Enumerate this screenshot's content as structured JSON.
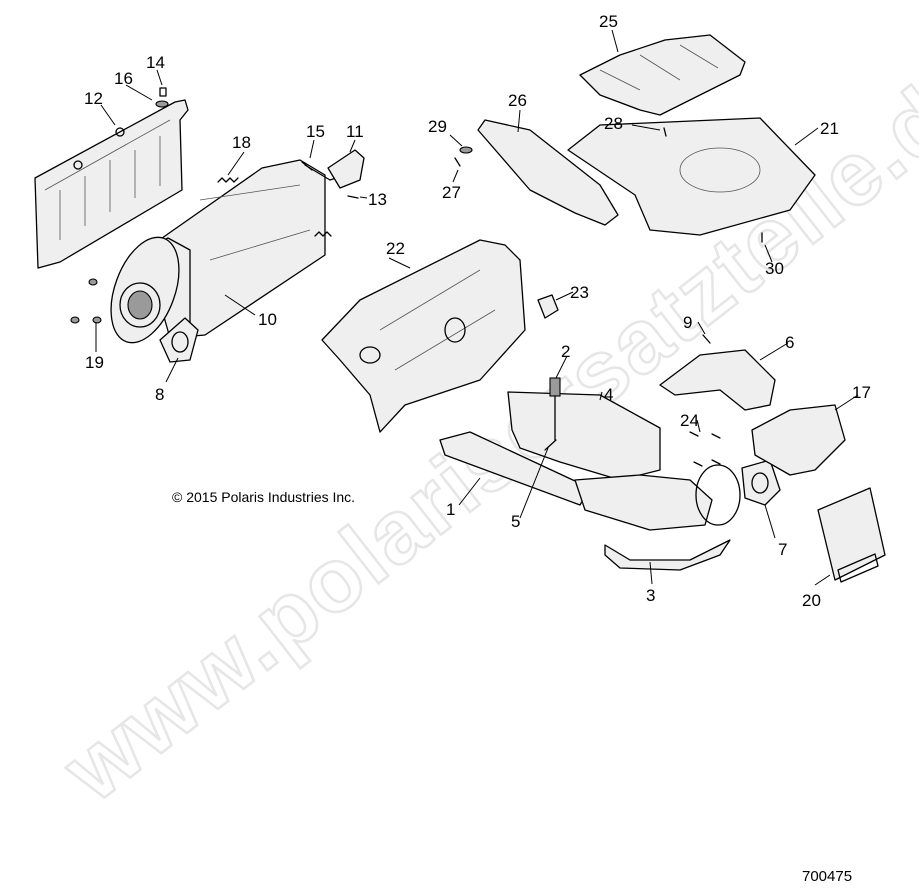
{
  "watermark": "www.polarisersatzteile.de",
  "copyright": "© 2015 Polaris Industries Inc.",
  "drawing_number": "700475",
  "callouts": [
    "1",
    "2",
    "3",
    "4",
    "5",
    "6",
    "7",
    "8",
    "9",
    "10",
    "11",
    "12",
    "13",
    "14",
    "15",
    "16",
    "17",
    "18",
    "19",
    "20",
    "21",
    "22",
    "23",
    "24",
    "25",
    "26",
    "27",
    "28",
    "29",
    "30"
  ]
}
